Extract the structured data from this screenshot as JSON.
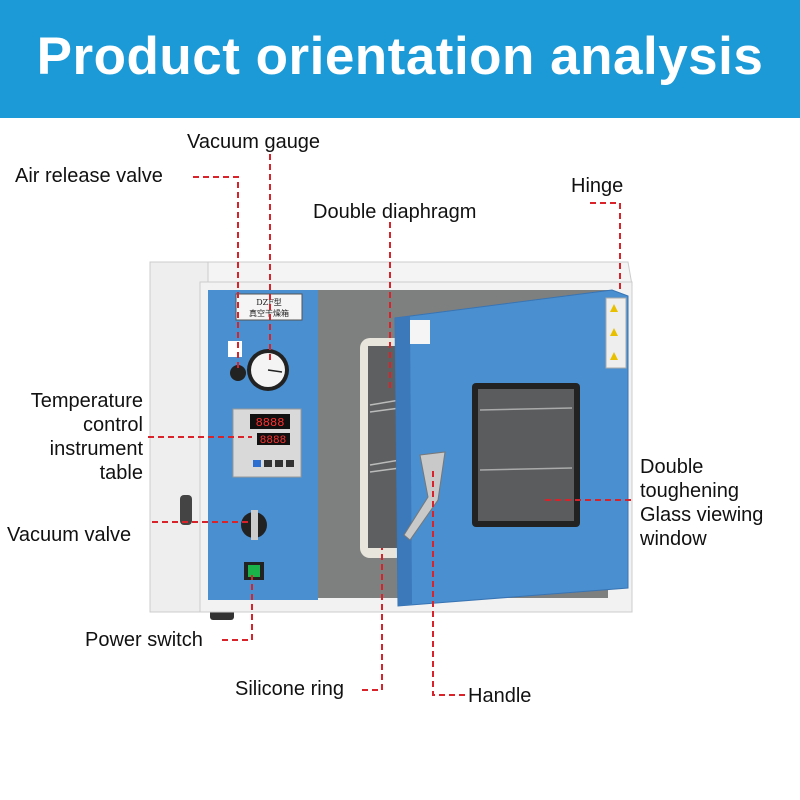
{
  "header": {
    "title": "Product orientation analysis",
    "background": "#1b9ad7"
  },
  "product": {
    "plate_model": "DZF型",
    "plate_name": "真空干燥箱"
  },
  "labels": {
    "vacuum_gauge": "Vacuum gauge",
    "air_release_valve": "Air release valve",
    "double_diaphragm": "Double diaphragm",
    "hinge": "Hinge",
    "temperature_control": [
      "Temperature",
      "control",
      "instrument",
      "table"
    ],
    "vacuum_valve": "Vacuum valve",
    "double_toughening": [
      "Double",
      "toughening",
      "Glass viewing",
      "window"
    ],
    "power_switch": "Power switch",
    "silicone_ring": "Silicone ring",
    "handle": "Handle"
  },
  "colors": {
    "leader_line": "#d8232a",
    "panel_blue": "#4a8fd0"
  }
}
